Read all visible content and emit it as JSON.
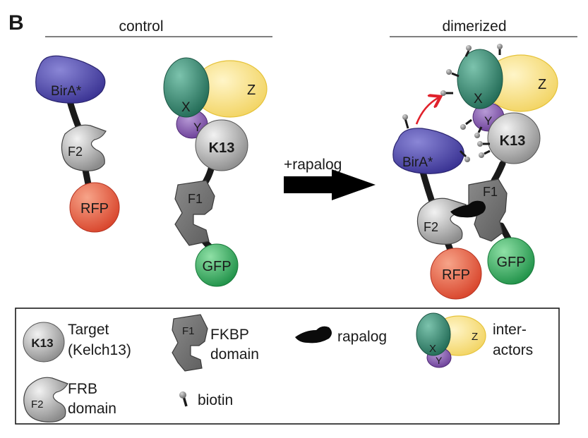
{
  "panel_label": "B",
  "headers": {
    "control": "control",
    "dimerized": "dimerized"
  },
  "arrow_label": "+rapalog",
  "molecules": {
    "birA": "BirA*",
    "f2": "F2",
    "rfp": "RFP",
    "x": "X",
    "y": "Y",
    "z": "Z",
    "k13": "K13",
    "f1": "F1",
    "gfp": "GFP"
  },
  "legend": {
    "target_line1": "Target",
    "target_line2": "(Kelch13)",
    "fkbp_line1": "FKBP",
    "fkbp_line2": "domain",
    "rapalog": "rapalog",
    "inter_line1": "inter-",
    "inter_line2": "actors",
    "frb_line1": "FRB",
    "frb_line2": "domain",
    "biotin": "biotin"
  },
  "colors": {
    "birA": "#4a43a6",
    "rfp": "#e8573b",
    "gfp": "#2fa85a",
    "x": "#2f8a70",
    "y": "#7b4ea6",
    "z": "#f6dc76",
    "grey": "#9a9a9a",
    "dark_grey": "#6f6f6f",
    "label_arrow": "#e0212b"
  }
}
